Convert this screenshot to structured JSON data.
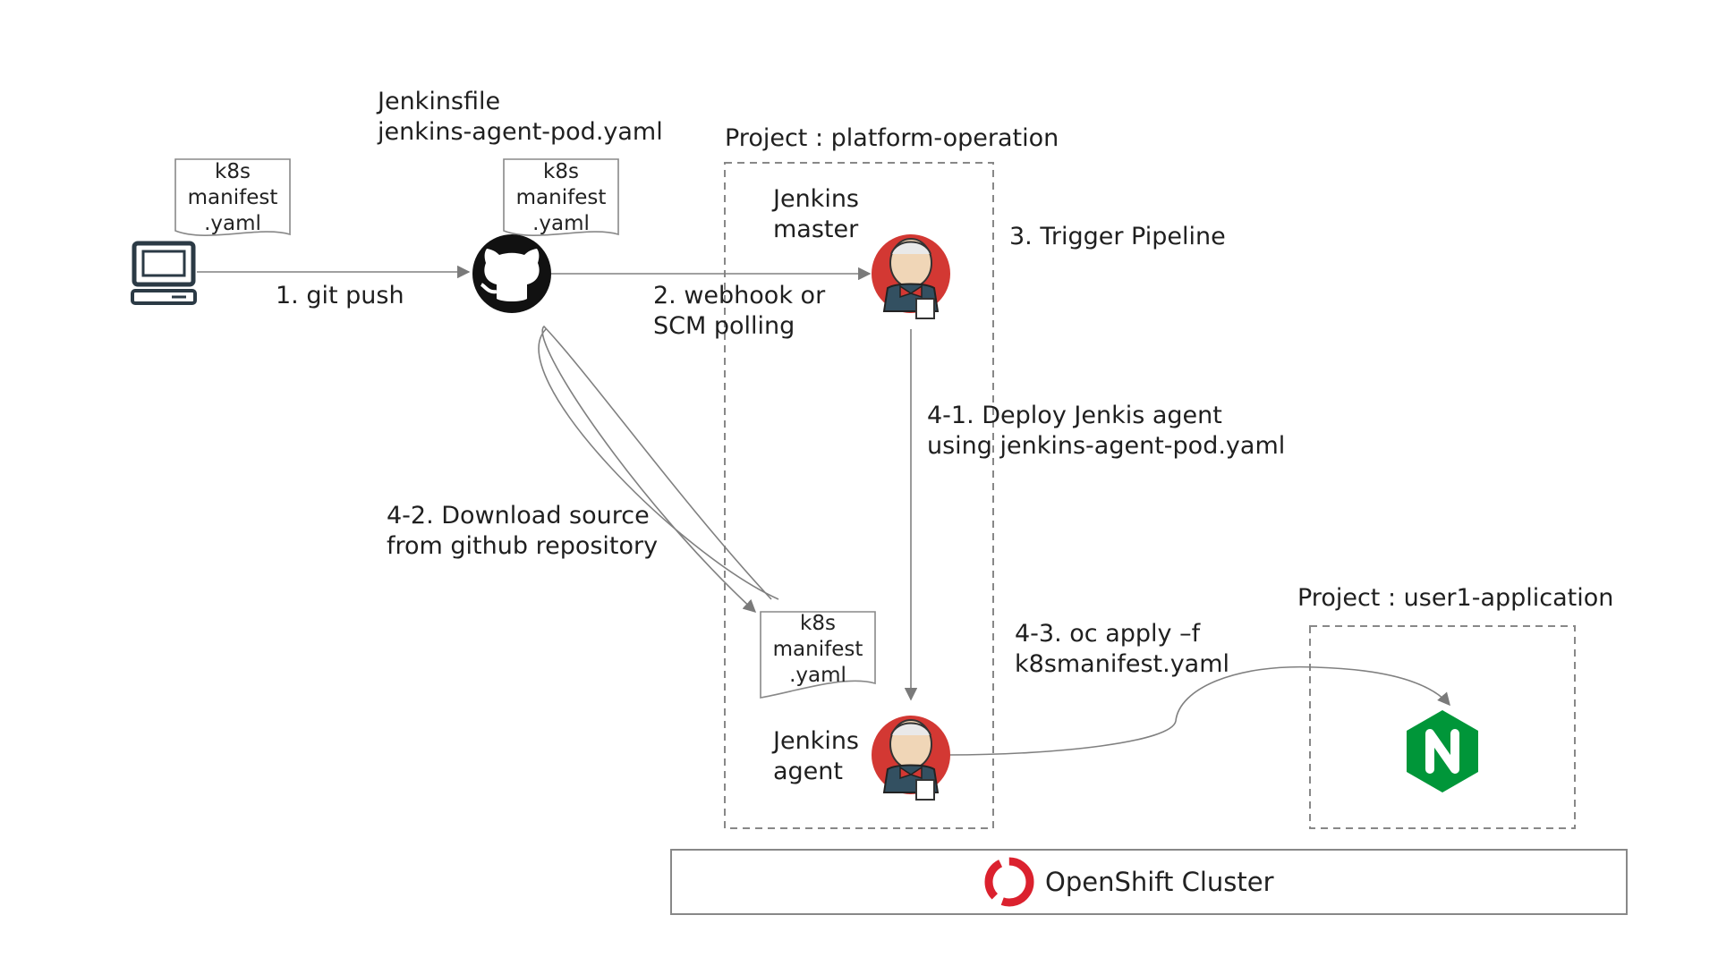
{
  "labels": {
    "jenkinsfile_files": [
      "Jenkinsfile",
      "jenkins-agent-pod.yaml"
    ],
    "project_platform": "Project : platform-operation",
    "project_user": "Project : user1-application",
    "jenkins_master": [
      "Jenkins",
      "master"
    ],
    "jenkins_agent": [
      "Jenkins",
      "agent"
    ],
    "cluster": "OpenShift Cluster"
  },
  "documents": {
    "laptop_doc": [
      "k8s",
      "manifest",
      ".yaml"
    ],
    "github_doc": [
      "k8s",
      "manifest",
      ".yaml"
    ],
    "agent_doc": [
      "k8s",
      "manifest",
      ".yaml"
    ]
  },
  "steps": {
    "s1": "1. git push",
    "s2": [
      "2. webhook or",
      "SCM polling"
    ],
    "s3": "3. Trigger Pipeline",
    "s41": [
      "4-1. Deploy Jenkis agent",
      "using jenkins-agent-pod.yaml"
    ],
    "s42": [
      "4-2. Download source",
      "from github repository"
    ],
    "s43": [
      "4-3. oc apply –f",
      "k8smanifest.yaml"
    ]
  },
  "icons": {
    "workstation": "computer-icon",
    "github": "github-icon",
    "jenkins_master": "jenkins-icon",
    "jenkins_agent": "jenkins-icon",
    "nginx": "nginx-icon",
    "openshift": "openshift-icon"
  },
  "colors": {
    "jenkins_red": "#d33833",
    "nginx_green": "#009639",
    "openshift_red": "#db212e",
    "line": "#808080"
  }
}
